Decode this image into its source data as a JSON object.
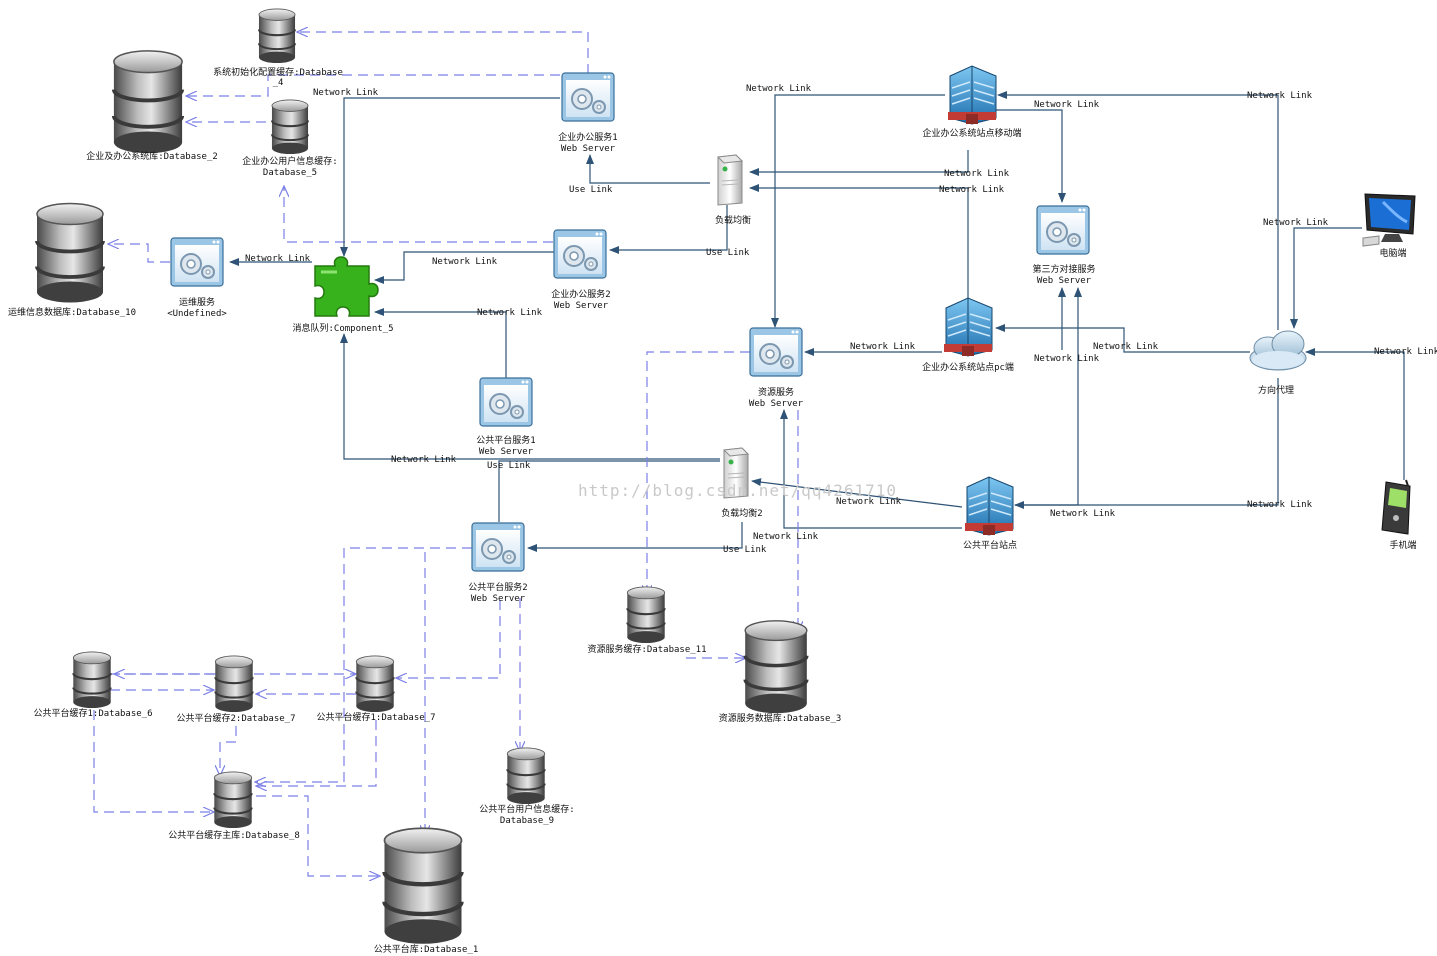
{
  "watermark": "http://blog.csdn.net/qq4261710",
  "link_labels": {
    "network": "Network Link",
    "use": "Use Link"
  },
  "nodes": {
    "db4": [
      "系统初始化配置缓存:Database",
      "_4"
    ],
    "db2": [
      "企业及办公系统库:Database_2"
    ],
    "db5": [
      "企业办公用户信息缓存:",
      "Database_5"
    ],
    "db10": [
      "运维信息数据库:Database_10"
    ],
    "ops": [
      "运维服务",
      "<Undefined>"
    ],
    "mq": [
      "消息队列:Component_5"
    ],
    "ew1": [
      "企业办公服务1",
      "Web Server"
    ],
    "ew2": [
      "企业办公服务2",
      "Web Server"
    ],
    "lb1": [
      "负载均衡"
    ],
    "pw1": [
      "公共平台服务1",
      "Web Server"
    ],
    "pw2": [
      "公共平台服务2",
      "Web Server"
    ],
    "lb2": [
      "负载均衡2"
    ],
    "res": [
      "资源服务",
      "Web Server"
    ],
    "db11": [
      "资源服务缓存:Database_11"
    ],
    "db3": [
      "资源服务数据库:Database_3"
    ],
    "mob": [
      "企业办公系统站点移动端"
    ],
    "tp": [
      "第三方对接服务",
      "Web Server"
    ],
    "pc": [
      "企业办公系统站点pc端"
    ],
    "pub": [
      "公共平台站点"
    ],
    "proxy": [
      "方向代理"
    ],
    "desk": [
      "电脑端"
    ],
    "phone": [
      "手机端"
    ],
    "db6": [
      "公共平台缓存1:Database_6"
    ],
    "db7a": [
      "公共平台缓存2:Database_7"
    ],
    "db7b": [
      "公共平台缓存1:Database_7"
    ],
    "db8": [
      "公共平台缓存主库:Database_8"
    ],
    "db9": [
      "公共平台用户信息缓存:",
      "Database_9"
    ],
    "db1": [
      "公共平台库:Database_1"
    ]
  },
  "colors": {
    "solid_line": "#2f5376",
    "dashed_line": "#7c80e6",
    "puzzle": "#38b21c",
    "building": "#2b86c9"
  },
  "icons": {
    "database": "database-icon",
    "web_server": "web-server-icon",
    "load_balancer": "server-tower-icon",
    "message_queue": "puzzle-piece-icon",
    "site": "building-icon",
    "proxy": "cloud-icon",
    "desktop": "monitor-icon",
    "mobile": "pda-phone-icon"
  }
}
